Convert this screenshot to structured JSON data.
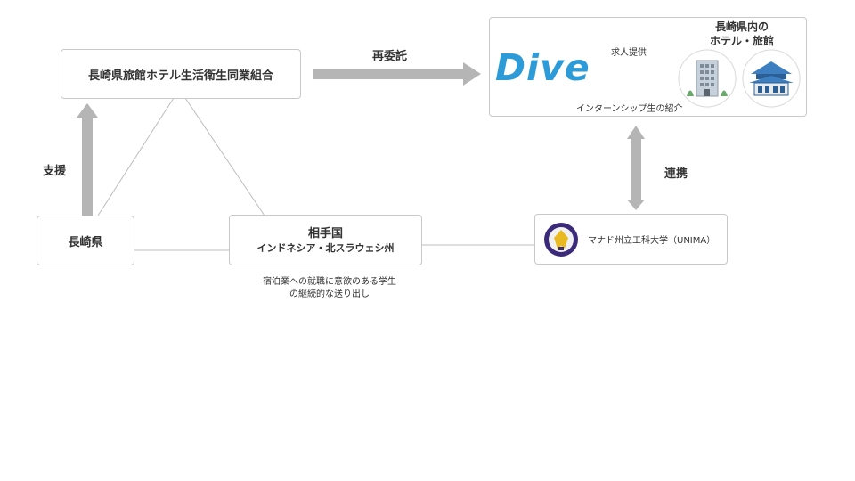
{
  "association": {
    "label": "長崎県旅館ホテル生活衛生同業組合"
  },
  "prefecture": {
    "label": "長崎県"
  },
  "partner": {
    "title": "相手国",
    "subtitle": "インドネシア・北スラウェシ州"
  },
  "university": {
    "label": "マナド州立工科大学（UNIMA）"
  },
  "dive_panel": {
    "logo_text": "Dive",
    "hotels_title_line1": "長崎県内の",
    "hotels_title_line2": "ホテル・旅館",
    "job_offer": "求人提供",
    "internship": "インターンシップ生の紹介"
  },
  "arrows": {
    "reconsign": "再委託",
    "support": "支援",
    "collaboration": "連携"
  },
  "note": {
    "line1": "宿泊業への就職に意欲のある学生",
    "line2": "の継続的な送り出し"
  },
  "colors": {
    "arrow_gray": "#b5b5b5",
    "line_gray": "#bdbdbd",
    "dive_blue": "#2d9bd8",
    "hotel_blue": "#3d7fc0"
  }
}
